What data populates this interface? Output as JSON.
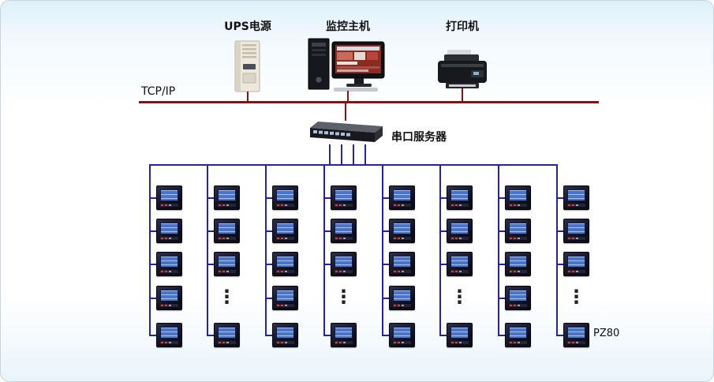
{
  "diagram": {
    "type": "power-monitoring-network-topology",
    "top_devices": [
      {
        "id": "ups",
        "label": "UPS电源"
      },
      {
        "id": "host",
        "label": "监控主机"
      },
      {
        "id": "printer",
        "label": "打印机"
      }
    ],
    "network_label": "TCP/IP",
    "serial_server_label": "串口服务器",
    "meter_model_label": "PZ80",
    "ellipsis": "⋮",
    "columns": [
      {
        "index": 1,
        "rows": [
          "meter",
          "meter",
          "meter",
          "meter",
          "meter"
        ]
      },
      {
        "index": 2,
        "rows": [
          "meter",
          "meter",
          "meter",
          "dots",
          "meter"
        ]
      },
      {
        "index": 3,
        "rows": [
          "meter",
          "meter",
          "meter",
          "meter",
          "meter"
        ]
      },
      {
        "index": 4,
        "rows": [
          "meter",
          "meter",
          "meter",
          "dots",
          "meter"
        ]
      },
      {
        "index": 5,
        "rows": [
          "meter",
          "meter",
          "meter",
          "meter",
          "meter"
        ]
      },
      {
        "index": 6,
        "rows": [
          "meter",
          "meter",
          "meter",
          "dots",
          "meter"
        ]
      },
      {
        "index": 7,
        "rows": [
          "meter",
          "meter",
          "meter",
          "meter",
          "meter"
        ]
      },
      {
        "index": 8,
        "rows": [
          "meter",
          "meter",
          "meter",
          "dots",
          "meter"
        ]
      }
    ]
  },
  "colors": {
    "tcpip_line": "#8b1212",
    "bus_line": "#2323a8",
    "meter_screen": "#4a74c8",
    "background_tint": "#dff0fa"
  }
}
